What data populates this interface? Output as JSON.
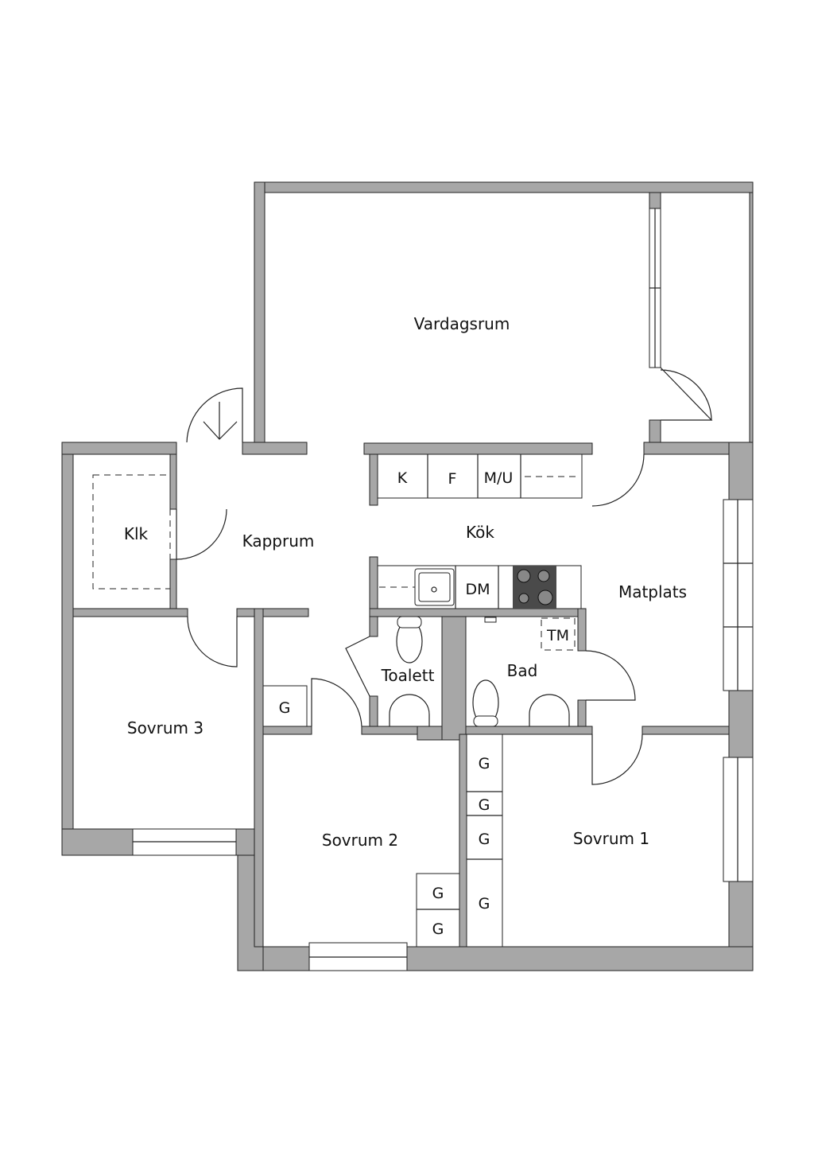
{
  "colors": {
    "wall": "#a7a7a7",
    "line": "#222222",
    "stove": "#4a4a4a"
  },
  "rooms": {
    "vardagsrum": "Vardagsrum",
    "klk": "Klk",
    "kapprum": "Kapprum",
    "kok": "Kök",
    "matplats": "Matplats",
    "toalett": "Toalett",
    "bad": "Bad",
    "sovrum3": "Sovrum 3",
    "sovrum2": "Sovrum 2",
    "sovrum1": "Sovrum 1"
  },
  "fixtures": {
    "fridge": "K",
    "freezer": "F",
    "microwave_oven": "M/U",
    "dishwasher": "DM",
    "washing_machine": "TM",
    "wardrobe": "G"
  }
}
